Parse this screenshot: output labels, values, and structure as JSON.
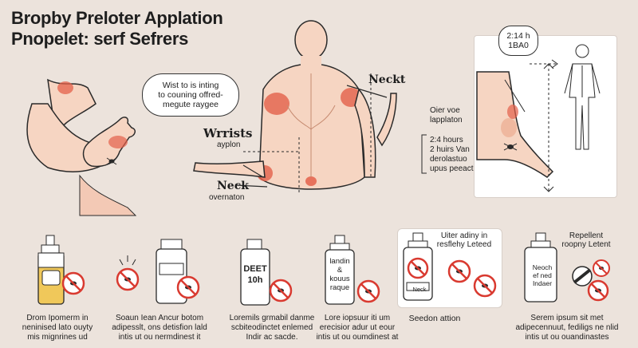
{
  "title": {
    "line1": "Bropby Preloter Applation",
    "line2": "Pnopelet: serf Sefrers"
  },
  "hand_bubble": {
    "line1": "Wist to is inting",
    "line2": "to couning offred-",
    "line3": "megute raygee"
  },
  "body_labels": {
    "neck_top": "Neckt",
    "wrists": "Wrrists",
    "wrists_sub": "ayplon",
    "neck": "Neck",
    "neck_sub": "overnaton"
  },
  "right_panel": {
    "time_line1": "2:14 h",
    "time_line2": "1BA0",
    "note_line1": "Oier voe",
    "note_line2": "lapplaton",
    "hours_line1": "2:4 hours",
    "hours_line2": "2 huirs Van",
    "hours_line3": "derolastuo",
    "hours_line4": "upus peeact"
  },
  "products": [
    {
      "label": "",
      "caption": [
        "Drom Ipomerm in",
        "neninised lato ouyty",
        "mis mignrines ud"
      ]
    },
    {
      "label": "",
      "caption": [
        "Soaun Iean Ancur botom",
        "adipesslt, ons detisfion lald",
        "intis ut ou nermdinest it"
      ]
    },
    {
      "label_line1": "DEET",
      "label_line2": "10h",
      "caption": [
        "Loremils grmabil danme",
        "scbiteodinctet enlemed",
        "Indir ac sacde."
      ]
    },
    {
      "label_line1": "landin",
      "label_line2": "&",
      "label_line3": "kouus",
      "label_line4": "raque",
      "caption": [
        "Lore iopsuur iti um",
        "erecisior adur ut eour",
        "intis ut ou oumdinest at"
      ]
    },
    {
      "top_line1": "Uiter adiny in",
      "top_line2": "resflehy Leteed",
      "label": "Neck",
      "caption": [
        "Seedon attion"
      ]
    },
    {
      "top_line1": "Repellent",
      "top_line2": "roopny Letent",
      "label_line1": "Neoch",
      "label_line2": "ef ned",
      "label_line3": "Indaer",
      "caption": [
        "Serem ipsum sit met",
        "adipecennuut, fediligs ne nlid",
        "intis ut ou ouandinastes"
      ]
    }
  ],
  "colors": {
    "background": "#ece3dc",
    "skin": "#f6d5c2",
    "skin_shade": "#efb89f",
    "highlight": "#e4604a",
    "no_sign": "#d93a30",
    "yellow": "#f0c85a",
    "outline": "#2a2a2a"
  }
}
